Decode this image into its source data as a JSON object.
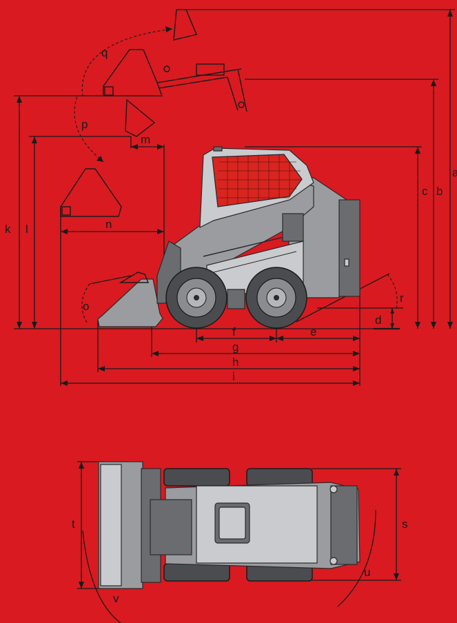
{
  "labels": {
    "a": "a",
    "b": "b",
    "c": "c",
    "d": "d",
    "e": "e",
    "f": "f",
    "g": "g",
    "h": "h",
    "i": "i",
    "k": "k",
    "l": "l",
    "m": "m",
    "n": "n",
    "o": "o",
    "p": "p",
    "q": "q",
    "r": "r",
    "s": "s",
    "t": "t",
    "u": "u",
    "v": "v"
  },
  "colors": {
    "background": "#d91a21",
    "lines": "#1a1a1a",
    "machine": "#9a9ca0"
  }
}
